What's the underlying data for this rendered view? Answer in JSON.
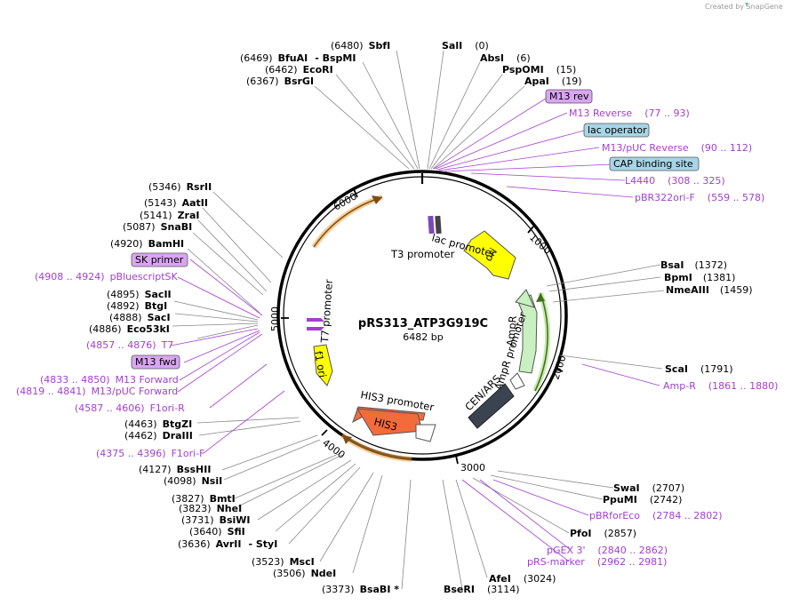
{
  "credit": "Created by SnapGene",
  "plasmid": {
    "name": "pRS313_ATP3G919C",
    "size_label": "6482 bp",
    "length": 6482
  },
  "ticks": [
    "1000",
    "2000",
    "3000",
    "4000",
    "5000",
    "6000"
  ],
  "enzymes": [
    {
      "pos": "(0)",
      "name": "SalI"
    },
    {
      "pos": "(6)",
      "name": "AbsI"
    },
    {
      "pos": "(15)",
      "name": "PspOMI"
    },
    {
      "pos": "(19)",
      "name": "ApaI"
    },
    {
      "pos": "(6480)",
      "name": "SbfI"
    },
    {
      "pos": "(6469)",
      "name": "BfuAI",
      "extra": "- BspMI"
    },
    {
      "pos": "(6462)",
      "name": "EcoRI"
    },
    {
      "pos": "(6367)",
      "name": "BsrGI"
    },
    {
      "pos": "(5346)",
      "name": "RsrII"
    },
    {
      "pos": "(5143)",
      "name": "AatII"
    },
    {
      "pos": "(5141)",
      "name": "ZraI"
    },
    {
      "pos": "(5087)",
      "name": "SnaBI"
    },
    {
      "pos": "(4920)",
      "name": "BamHI"
    },
    {
      "pos": "(4895)",
      "name": "SacII"
    },
    {
      "pos": "(4892)",
      "name": "BtgI"
    },
    {
      "pos": "(4888)",
      "name": "SacI"
    },
    {
      "pos": "(4886)",
      "name": "Eco53kI"
    },
    {
      "pos": "(1372)",
      "name": "BsaI"
    },
    {
      "pos": "(1381)",
      "name": "BpmI"
    },
    {
      "pos": "(1459)",
      "name": "NmeAIII"
    },
    {
      "pos": "(1791)",
      "name": "ScaI"
    },
    {
      "pos": "(2707)",
      "name": "SwaI"
    },
    {
      "pos": "(2742)",
      "name": "PpuMI"
    },
    {
      "pos": "(2857)",
      "name": "PfoI"
    },
    {
      "pos": "(3024)",
      "name": "AfeI"
    },
    {
      "pos": "(3114)",
      "name": "BseRI"
    },
    {
      "pos": "(3373)",
      "name": "BsaBI *"
    },
    {
      "pos": "(3506)",
      "name": "NdeI"
    },
    {
      "pos": "(3523)",
      "name": "MscI"
    },
    {
      "pos": "(3636)",
      "name": "AvrII",
      "extra": "- StyI"
    },
    {
      "pos": "(3640)",
      "name": "SfiI"
    },
    {
      "pos": "(3731)",
      "name": "BsiWI"
    },
    {
      "pos": "(3823)",
      "name": "NheI"
    },
    {
      "pos": "(3827)",
      "name": "BmtI"
    },
    {
      "pos": "(4098)",
      "name": "NsiI"
    },
    {
      "pos": "(4127)",
      "name": "BssHII"
    },
    {
      "pos": "(4462)",
      "name": "DraIII"
    },
    {
      "pos": "(4463)",
      "name": "BtgZI"
    }
  ],
  "primers": [
    {
      "name": "M13 Reverse",
      "range": "(77 .. 93)"
    },
    {
      "name": "M13/pUC Reverse",
      "range": "(90 .. 112)"
    },
    {
      "name": "L4440",
      "range": "(308 .. 325)"
    },
    {
      "name": "pBR322ori-F",
      "range": "(559 .. 578)"
    },
    {
      "name": "Amp-R",
      "range": "(1861 .. 1880)"
    },
    {
      "name": "pBRforEco",
      "range": "(2784 .. 2802)"
    },
    {
      "name": "pGEX 3'",
      "range": "(2840 .. 2862)"
    },
    {
      "name": "pRS-marker",
      "range": "(2962 .. 2981)"
    },
    {
      "name": "pBluescriptSK",
      "range": "(4908 .. 4924)"
    },
    {
      "name": "T7",
      "range": "(4857 .. 4876)"
    },
    {
      "name": "M13 Forward",
      "range": "(4833 .. 4850)"
    },
    {
      "name": "M13/pUC Forward",
      "range": "(4819 .. 4841)"
    },
    {
      "name": "F1ori-R",
      "range": "(4587 .. 4606)"
    },
    {
      "name": "F1ori-F",
      "range": "(4375 .. 4396)"
    }
  ],
  "boxes": [
    {
      "text": "M13 rev",
      "color": "#d9a6f2"
    },
    {
      "text": "lac operator",
      "color": "#a7d5e6"
    },
    {
      "text": "CAP binding site",
      "color": "#a7d5e6"
    },
    {
      "text": "SK primer",
      "color": "#d9a6f2"
    },
    {
      "text": "M13 fwd",
      "color": "#d9a6f2"
    }
  ],
  "features": [
    {
      "name": "ori",
      "color": "#ffff00"
    },
    {
      "name": "AmpR",
      "color": "#c8f0c0"
    },
    {
      "name": "AmpR promoter",
      "color": "#ffffff"
    },
    {
      "name": "CEN/ARS",
      "color": "#3a4450"
    },
    {
      "name": "HIS3",
      "color": "#f26b3a"
    },
    {
      "name": "HIS3 promoter",
      "color": "#ffffff"
    },
    {
      "name": "f1 ori",
      "color": "#ffff00"
    },
    {
      "name": "T7 promoter",
      "color": "#ffffff"
    },
    {
      "name": "lac promoter",
      "color": "#ffffff"
    },
    {
      "name": "T3 promoter",
      "color": "#ffffff"
    }
  ],
  "colors": {
    "primer": "#a23fd0",
    "orf_arrow": "#f5a94a",
    "backbone": "#000000"
  }
}
